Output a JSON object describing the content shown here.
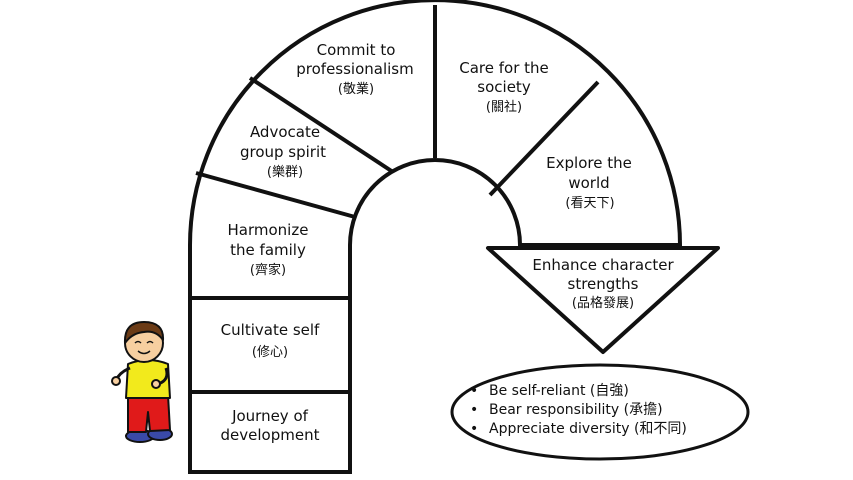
{
  "colors": {
    "outline": "#111111",
    "fill": "#ffffff",
    "boy_shirt": "#f2ea1c",
    "boy_pants": "#e01a1a",
    "boy_shoes": "#3a4aa8",
    "boy_hair": "#6b3b16",
    "boy_skin": "#f7cfa0"
  },
  "stages": {
    "journey": {
      "line1": "Journey of",
      "line2": "development"
    },
    "cultivate": {
      "line1": "Cultivate self",
      "sub": "(修心)"
    },
    "harmonize": {
      "line1": "Harmonize",
      "line2": "the family",
      "sub": "(齊家)"
    },
    "advocate": {
      "line1": "Advocate",
      "line2": "group spirit",
      "sub": "(樂群)"
    },
    "commit": {
      "line1": "Commit to",
      "line2": "professionalism",
      "sub": "(敬業)"
    },
    "care": {
      "line1": "Care for the",
      "line2": "society",
      "sub": "(關社)"
    },
    "explore": {
      "line1": "Explore the",
      "line2": "world",
      "sub": "(看天下)"
    }
  },
  "arrow": {
    "line1": "Enhance character",
    "line2": "strengths",
    "sub": "(品格發展)"
  },
  "outcomes": [
    {
      "text": "Be self-reliant (自強)"
    },
    {
      "text": "Bear responsibility (承擔)"
    },
    {
      "text": "Appreciate diversity (和不同)"
    }
  ],
  "bullet_symbol": "•"
}
